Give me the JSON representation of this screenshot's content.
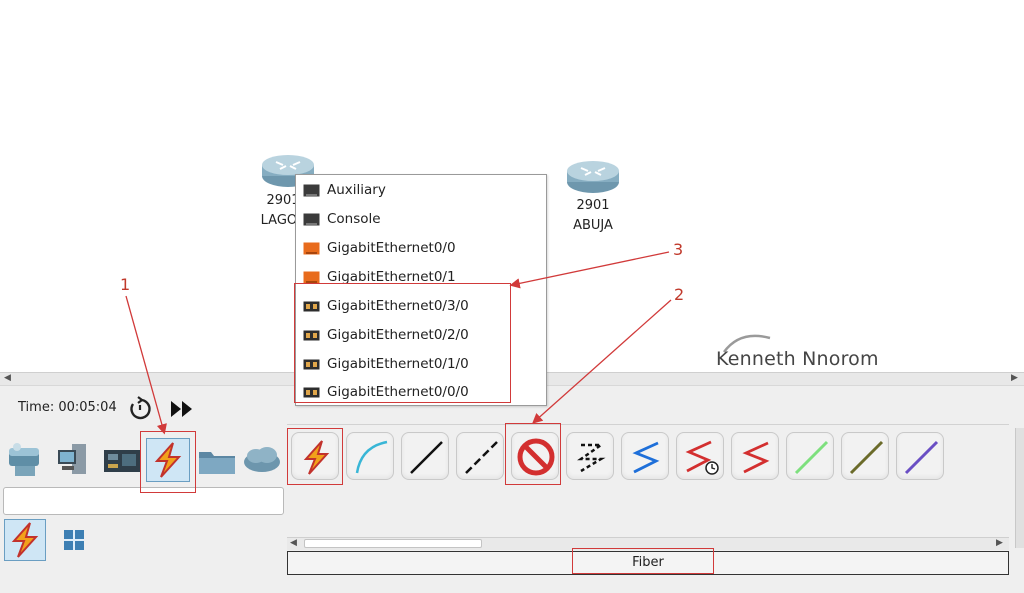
{
  "canvas": {
    "routers": [
      {
        "model": "2901",
        "name": "LAGOS"
      },
      {
        "model": "2901",
        "name": "ABUJA"
      }
    ],
    "watermark": "Kenneth Nnorom"
  },
  "port_menu": {
    "items": [
      {
        "label": "Auxiliary",
        "icon": "console-port-icon"
      },
      {
        "label": "Console",
        "icon": "console-port-icon"
      },
      {
        "label": "GigabitEthernet0/0",
        "icon": "ethernet-port-icon"
      },
      {
        "label": "GigabitEthernet0/1",
        "icon": "ethernet-port-icon"
      },
      {
        "label": "GigabitEthernet0/3/0",
        "icon": "serial-port-icon"
      },
      {
        "label": "GigabitEthernet0/2/0",
        "icon": "serial-port-icon"
      },
      {
        "label": "GigabitEthernet0/1/0",
        "icon": "serial-port-icon"
      },
      {
        "label": "GigabitEthernet0/0/0",
        "icon": "serial-port-icon"
      }
    ]
  },
  "sim": {
    "time": "Time: 00:05:04"
  },
  "device_categories": [
    {
      "name": "network-devices-icon"
    },
    {
      "name": "end-devices-icon"
    },
    {
      "name": "components-icon"
    },
    {
      "name": "connections-icon",
      "selected": true
    },
    {
      "name": "miscellaneous-icon"
    },
    {
      "name": "multiuser-cloud-icon"
    }
  ],
  "connections": [
    {
      "name": "automatic-connection",
      "color": "#e8a020"
    },
    {
      "name": "console-cable",
      "color": "#39b6d6"
    },
    {
      "name": "copper-straight-through",
      "color": "#111111"
    },
    {
      "name": "copper-cross-over",
      "color": "#111111"
    },
    {
      "name": "fiber",
      "color": "#d32f2f"
    },
    {
      "name": "phone",
      "color": "#111111"
    },
    {
      "name": "coaxial",
      "color": "#1e6fd9"
    },
    {
      "name": "serial-dce",
      "color": "#d32f2f"
    },
    {
      "name": "serial-dte",
      "color": "#d32f2f"
    },
    {
      "name": "octal",
      "color": "#7ee07e"
    },
    {
      "name": "iot-custom-cable",
      "color": "#6b6b2a"
    },
    {
      "name": "usb",
      "color": "#6a4fc4"
    }
  ],
  "status": {
    "selected_connection": "Fiber"
  },
  "annotations": {
    "labels": [
      "1",
      "2",
      "3"
    ],
    "color": "#d13a3a"
  }
}
